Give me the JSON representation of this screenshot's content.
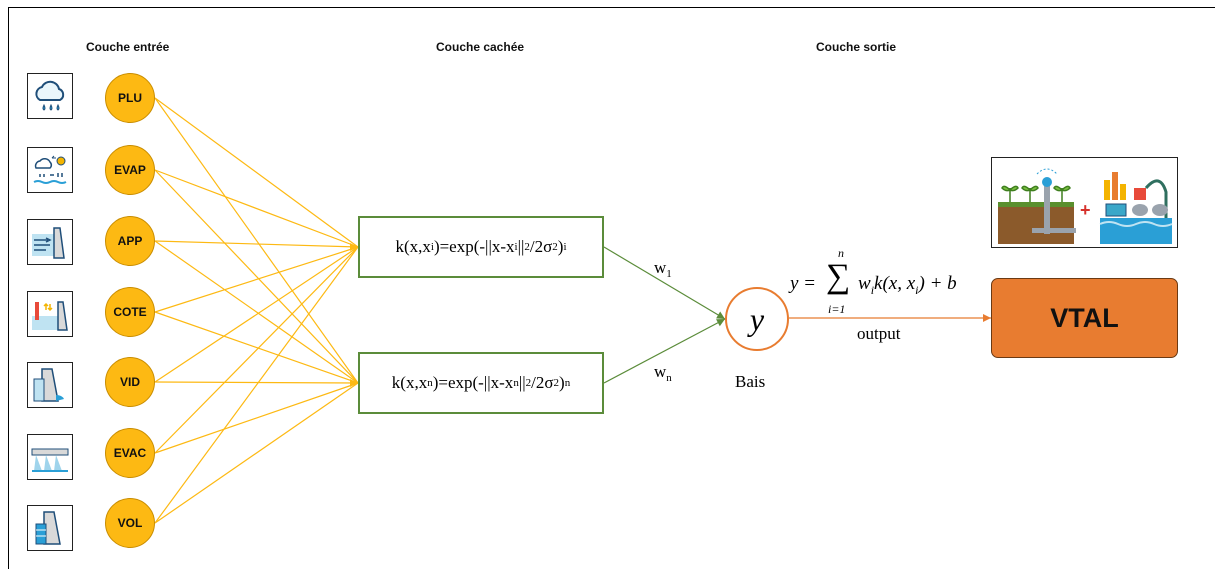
{
  "layers": {
    "input_title": "Couche entrée",
    "hidden_title": "Couche cachée",
    "output_title": "Couche sortie"
  },
  "inputs": [
    {
      "label": "PLU",
      "icon": "rain-cloud-icon"
    },
    {
      "label": "EVAP",
      "icon": "evaporation-icon"
    },
    {
      "label": "APP",
      "icon": "dam-inflow-icon"
    },
    {
      "label": "COTE",
      "icon": "dam-level-icon"
    },
    {
      "label": "VID",
      "icon": "dam-drain-icon"
    },
    {
      "label": "EVAC",
      "icon": "spillway-icon"
    },
    {
      "label": "VOL",
      "icon": "dam-volume-icon"
    }
  ],
  "hidden": {
    "node1": {
      "prefix": "k(x,x",
      "sub1": "i",
      "mid": ")=exp(-||x-x",
      "sub2": "i",
      "mid2": "||",
      "sup1": "2",
      "mid3": "/2σ",
      "sup2": "2",
      "end": ")",
      "sub3": "i"
    },
    "node2": {
      "prefix": "k(x,x",
      "sub1": "n",
      "mid": ")=exp(-||x-x",
      "sub2": "n",
      "mid2": "||",
      "sup1": "2",
      "mid3": "/2σ",
      "sup2": "2",
      "end": ")",
      "sub3": "n"
    }
  },
  "weights": {
    "w1": {
      "base": "w",
      "sub": "1"
    },
    "wn": {
      "base": "w",
      "sub": "n"
    }
  },
  "output": {
    "node_symbol": "y",
    "bias_label": "Bais",
    "formula": {
      "lhs": "y =",
      "sum_top": "n",
      "sum_bottom": "i=1",
      "sum_symbol": "∑",
      "term": "w",
      "term_sub": "i",
      "term2": "k(x, x",
      "term2_sub": "i",
      "term3": ") + b"
    },
    "output_label": "output",
    "target_label": "VTAL",
    "image_icon": "irrigation-system-icon"
  },
  "colors": {
    "input_node": "#fdb913",
    "input_edges": "#fdb913",
    "hidden_edges": "#5b8c3a",
    "output_edge": "#e87c30",
    "target_box": "#e87c30"
  }
}
